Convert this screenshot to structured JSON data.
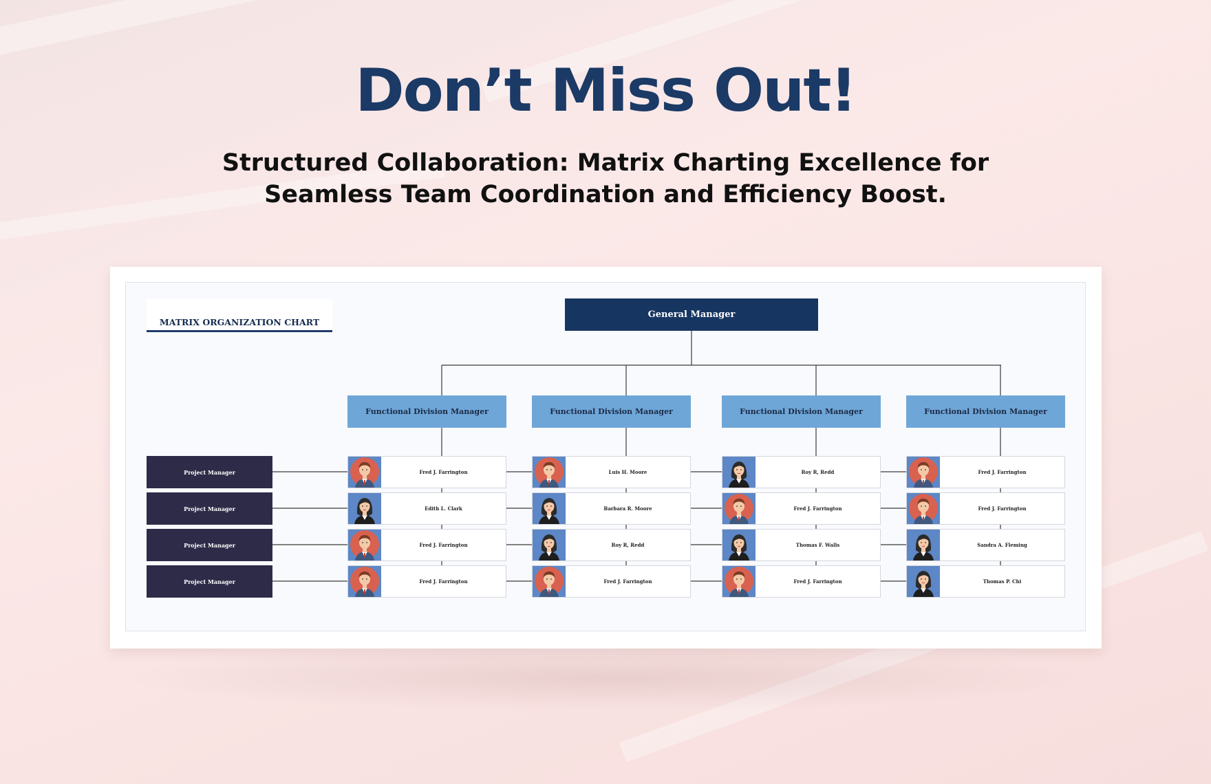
{
  "headline": "Don’t Miss Out!",
  "subtitle": "Structured Collaboration: Matrix Charting Excellence for Seamless Team Coordination and Efficiency Boost.",
  "chart": {
    "title": "MATRIX ORGANIZATION CHART",
    "general_manager": "General Manager",
    "functional_managers": [
      "Functional Division Manager",
      "Functional Division Manager",
      "Functional Division Manager",
      "Functional Division Manager"
    ],
    "project_managers": [
      "Project Manager",
      "Project Manager",
      "Project Manager",
      "Project Manager"
    ],
    "members": [
      [
        {
          "name": "Fred J. Farrington",
          "avatar": "male"
        },
        {
          "name": "Edith L. Clark",
          "avatar": "female"
        },
        {
          "name": "Fred J. Farrington",
          "avatar": "male"
        },
        {
          "name": "Fred J. Farrington",
          "avatar": "male"
        }
      ],
      [
        {
          "name": "Luis H. Moore",
          "avatar": "male"
        },
        {
          "name": "Barbara R. Moore",
          "avatar": "female"
        },
        {
          "name": "Roy R, Redd",
          "avatar": "female"
        },
        {
          "name": "Fred J. Farrington",
          "avatar": "male"
        }
      ],
      [
        {
          "name": "Roy R, Redd",
          "avatar": "female"
        },
        {
          "name": "Fred J. Farrington",
          "avatar": "male"
        },
        {
          "name": "Thomas F. Walls",
          "avatar": "female"
        },
        {
          "name": "Fred J. Farrington",
          "avatar": "male"
        }
      ],
      [
        {
          "name": "Fred J. Farrington",
          "avatar": "male"
        },
        {
          "name": "Fred J. Farrington",
          "avatar": "male"
        },
        {
          "name": "Sandra A. Fleming",
          "avatar": "female"
        },
        {
          "name": "Thomas P. Chi",
          "avatar": "female"
        }
      ]
    ]
  },
  "colors": {
    "headline": "#1b3a66",
    "general_manager_box": "#163561",
    "functional_box": "#6fa6d8",
    "project_box": "#2e2b48",
    "avatar_bg": "#5d87c6",
    "male_avatar_circle": "#d9614f"
  }
}
